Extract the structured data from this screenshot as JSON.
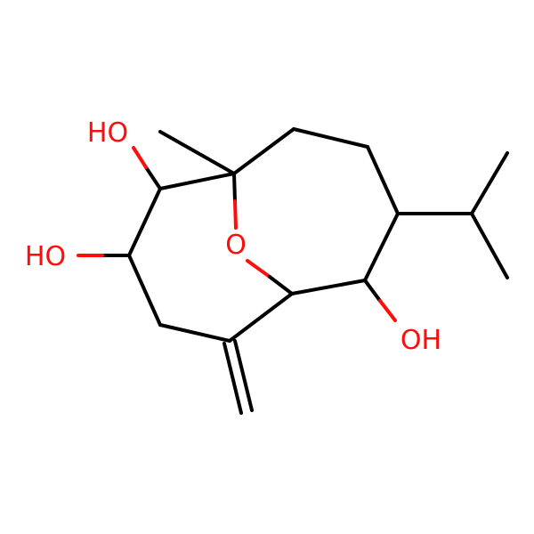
{
  "colors": {
    "bond": "#000000",
    "oxygen": "#ff0d0d",
    "background": "#ffffff"
  },
  "atoms": {
    "oh_top": "HO",
    "oh_left": "HO",
    "ring_oxygen": "O",
    "oh_right": "OH"
  }
}
